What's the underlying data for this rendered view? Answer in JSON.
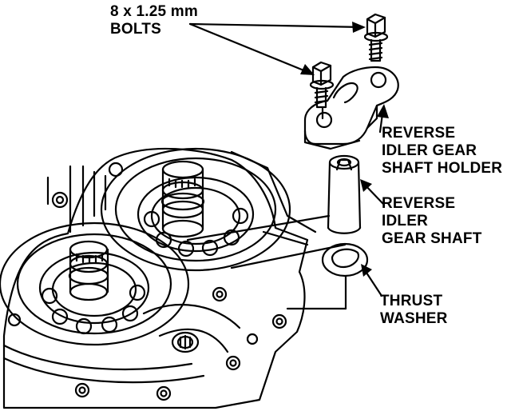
{
  "labels": {
    "bolts": {
      "lines": [
        "8 x 1.25 mm",
        "BOLTS"
      ]
    },
    "holder": {
      "lines": [
        "REVERSE",
        "IDLER GEAR",
        "SHAFT HOLDER"
      ]
    },
    "shaft": {
      "lines": [
        "REVERSE",
        "IDLER",
        "GEAR SHAFT"
      ]
    },
    "washer": {
      "lines": [
        "THRUST",
        "WASHER"
      ]
    }
  },
  "colors": {
    "ink": "#000000",
    "paper": "#ffffff"
  }
}
